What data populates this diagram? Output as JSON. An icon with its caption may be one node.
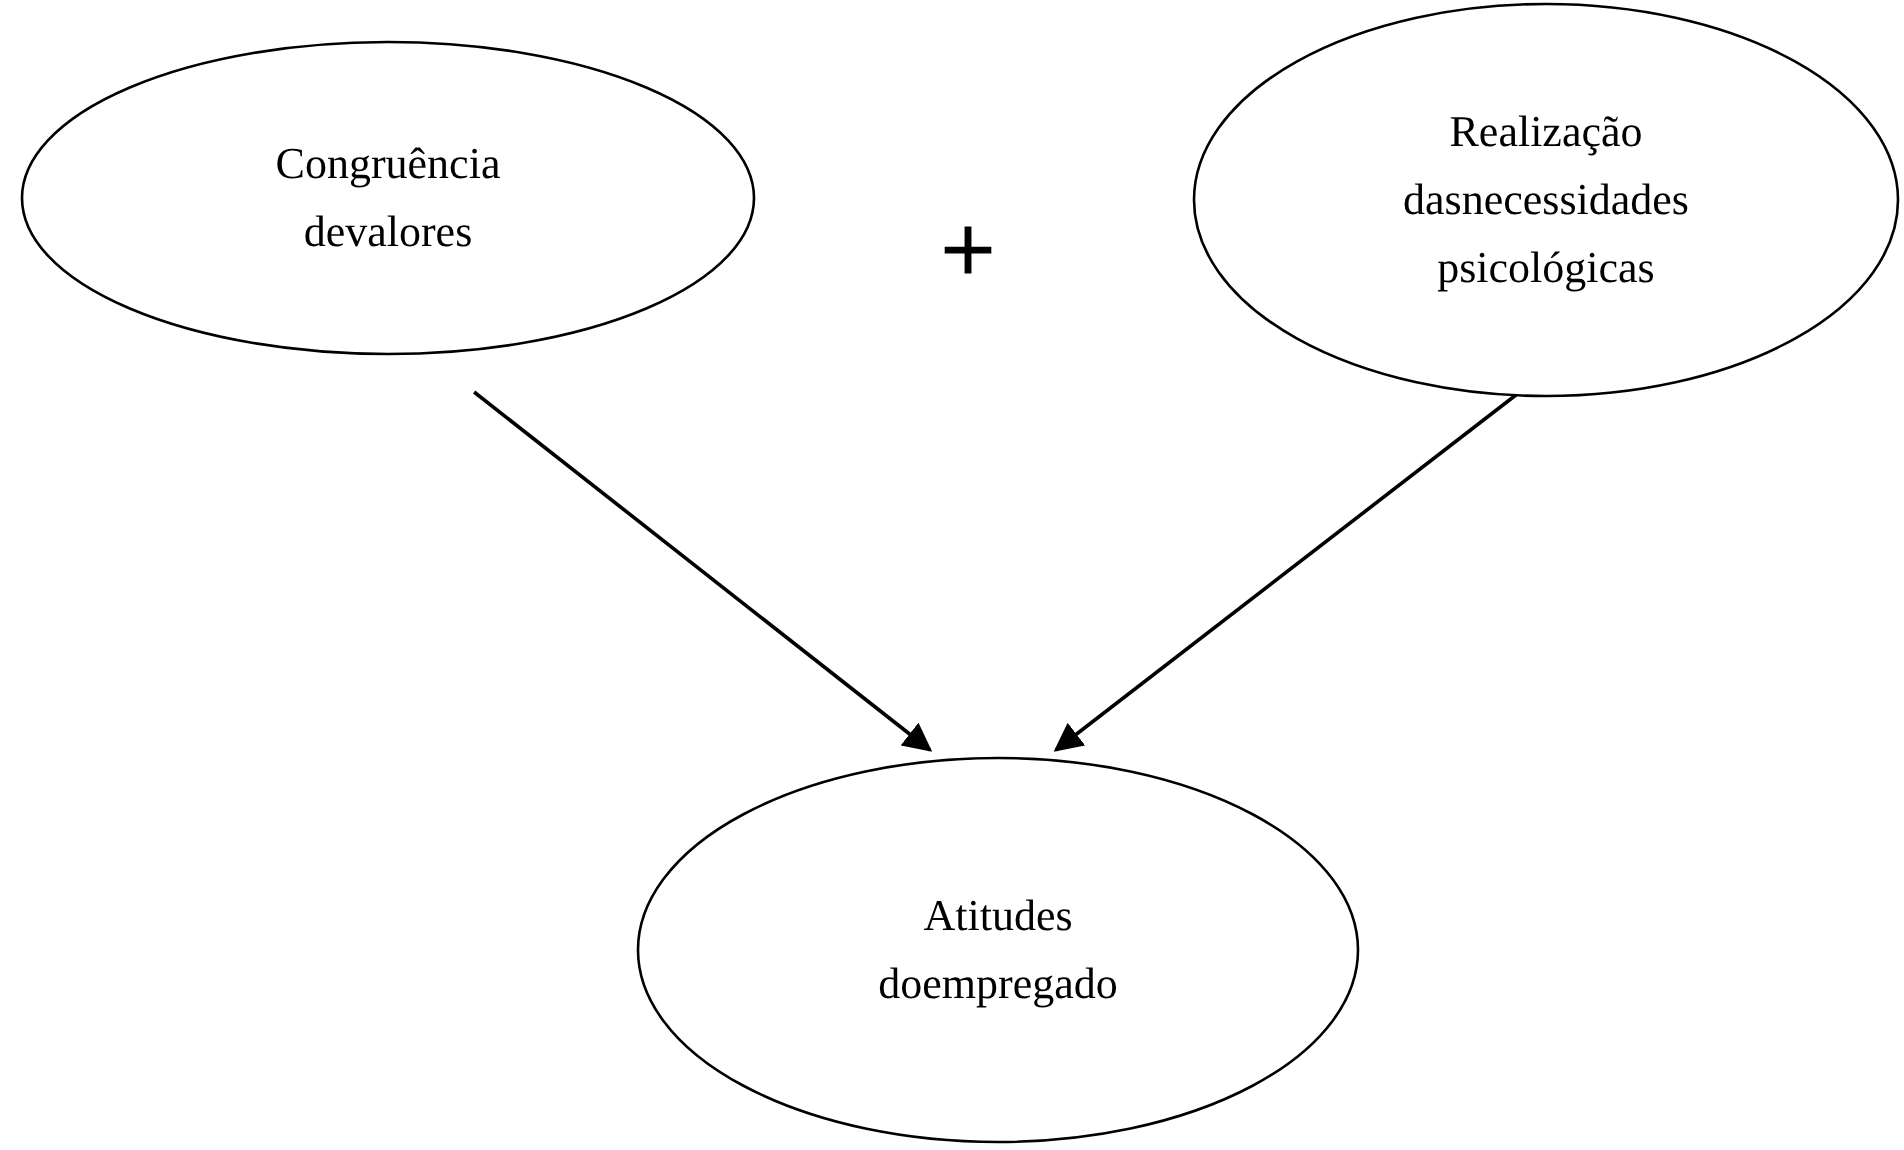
{
  "diagram": {
    "nodes": [
      {
        "text": [
          "Congruência devalores"
        ]
      },
      {
        "text": [
          "Realização dasnecessidades psicológicas"
        ]
      },
      {
        "text": [
          "Atitudes doempregado"
        ]
      }
    ],
    "edges": [
      {
        "from": 0,
        "to": 2,
        "arrow": "to"
      },
      {
        "from": 1,
        "to": 2,
        "arrow": "to"
      }
    ],
    "labels": [
      "+"
    ]
  }
}
